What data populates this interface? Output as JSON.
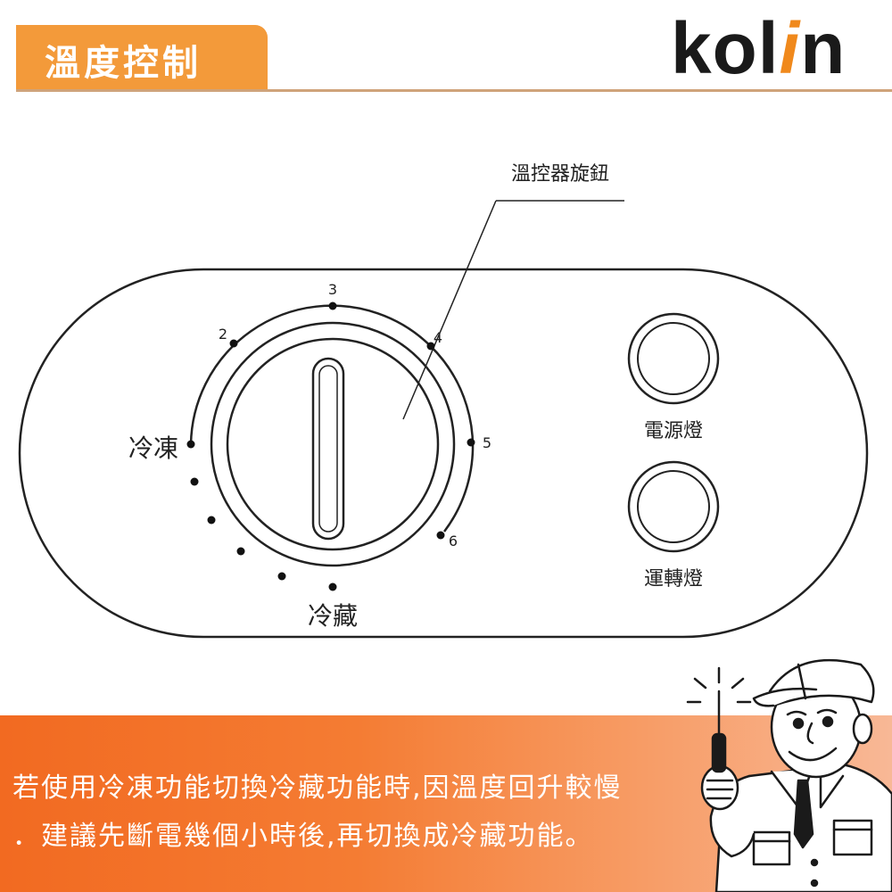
{
  "header": {
    "title": "溫度控制"
  },
  "brand": {
    "prefix": "kol",
    "accent": "i",
    "suffix": "n"
  },
  "diagram": {
    "knob_label": "溫控器旋鈕",
    "dial_numbers": [
      "2",
      "3",
      "4",
      "5",
      "6"
    ],
    "freeze_label": "冷凍",
    "chill_label": "冷藏",
    "power_light_label": "電源燈",
    "running_light_label": "運轉燈"
  },
  "notice": {
    "line1": "若使用冷凍功能切換冷藏功能時,因溫度回升較慢",
    "line2": "．建議先斷電幾個小時後,再切換成冷藏功能。"
  },
  "colors": {
    "accent": "#f39a3a",
    "banner": "#f26a21",
    "brand_accent": "#f0891c"
  },
  "icons": {
    "mascot": "technician-with-screwdriver-icon"
  }
}
